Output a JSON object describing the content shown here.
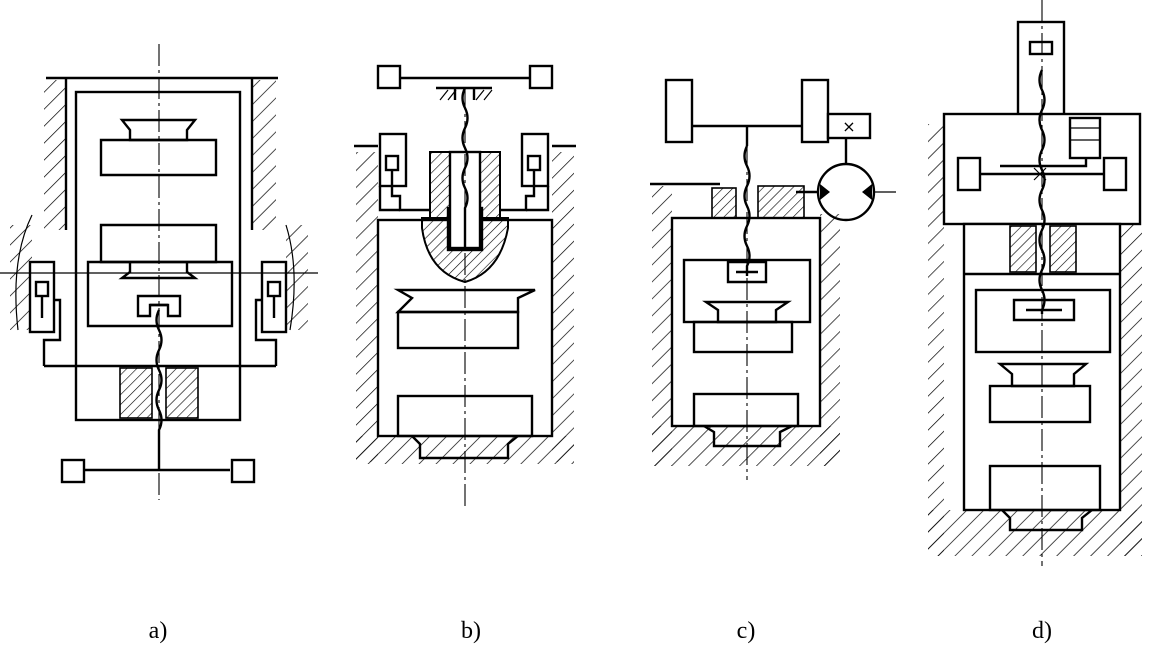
{
  "figure": {
    "captions": {
      "a": "a)",
      "b": "b)",
      "c": "c)",
      "d": "d)"
    },
    "cross_symbol": "×"
  }
}
